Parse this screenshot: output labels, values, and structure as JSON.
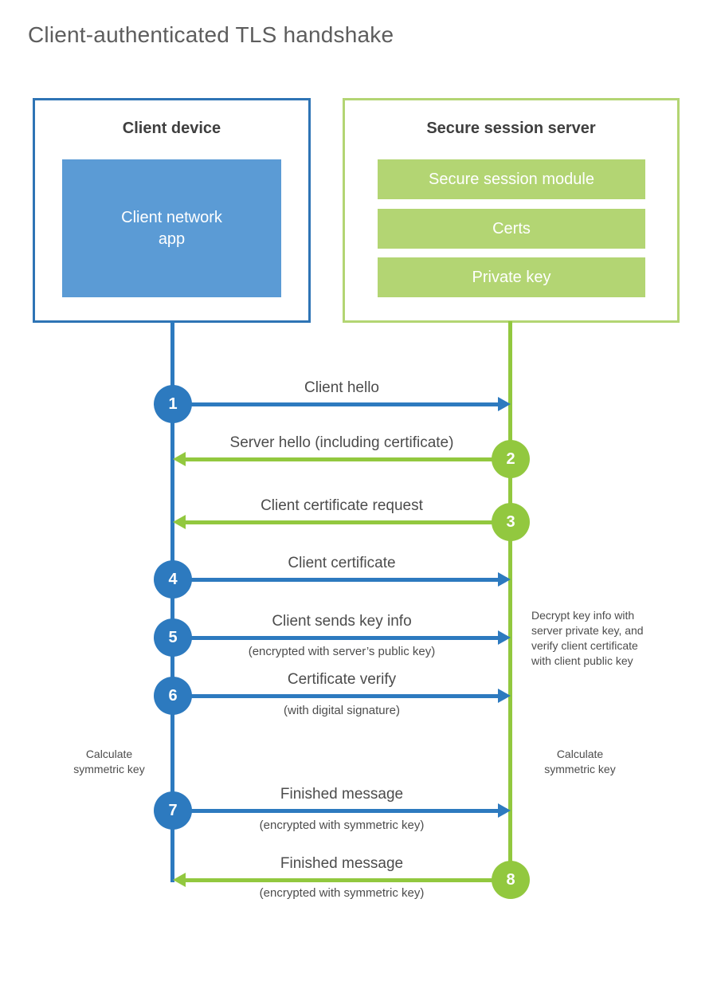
{
  "title": "Client-authenticated TLS handshake",
  "client_box": {
    "heading": "Client device",
    "app_label_lines": [
      "Client network",
      "app"
    ]
  },
  "server_box": {
    "heading": "Secure session server",
    "modules": [
      "Secure session module",
      "Certs",
      "Private key"
    ]
  },
  "messages": [
    {
      "num": "1",
      "from": "client",
      "direction": "right",
      "label": "Client hello"
    },
    {
      "num": "2",
      "from": "server",
      "direction": "left",
      "label": "Server hello (including certificate)"
    },
    {
      "num": "3",
      "from": "server",
      "direction": "left",
      "label": "Client certificate request"
    },
    {
      "num": "4",
      "from": "client",
      "direction": "right",
      "label": "Client certificate"
    },
    {
      "num": "5",
      "from": "client",
      "direction": "right",
      "label": "Client sends key info",
      "sublabel": "(encrypted with server’s public key)"
    },
    {
      "num": "6",
      "from": "client",
      "direction": "right",
      "label": "Certificate verify",
      "sublabel": "(with digital signature)"
    },
    {
      "num": "7",
      "from": "client",
      "direction": "right",
      "label": "Finished message",
      "sublabel": "(encrypted with symmetric key)"
    },
    {
      "num": "8",
      "from": "server",
      "direction": "left",
      "label": "Finished message",
      "sublabel": "(encrypted with symmetric key)"
    }
  ],
  "annotations": {
    "server_note_lines": [
      "Decrypt key info with",
      "server private key, and",
      "verify client certificate",
      "with client public key"
    ],
    "client_calc_lines": [
      "Calculate",
      "symmetric key"
    ],
    "server_calc_lines": [
      "Calculate",
      "symmetric key"
    ]
  },
  "colors": {
    "blue": "#2d7abf",
    "blue_border": "#2e74b5",
    "blue_light": "#5b9bd5",
    "green": "#92c83f",
    "green_light": "#b3d573",
    "title_gray": "#5d5d5d",
    "label_gray": "#4c4c4c"
  }
}
